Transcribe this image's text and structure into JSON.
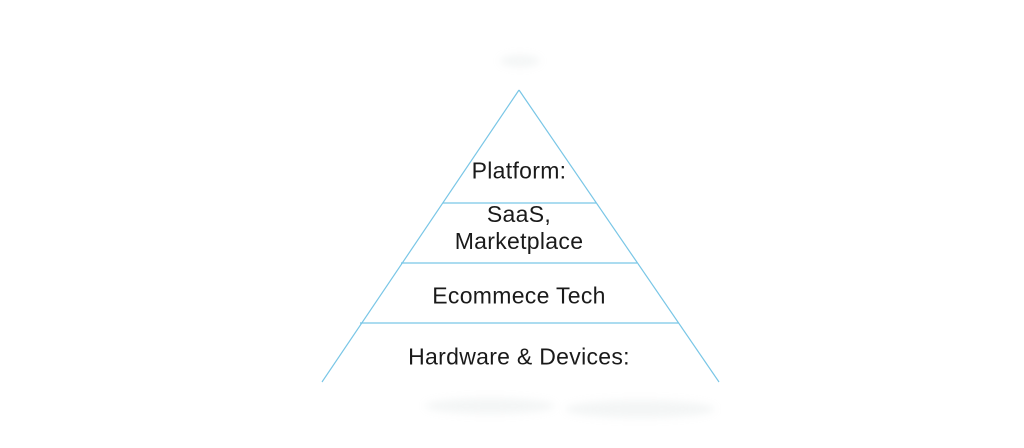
{
  "diagram": {
    "type": "pyramid",
    "line_color": "#79c6e6",
    "text_color": "#1a1a1a",
    "background_color": "#ffffff",
    "levels": [
      {
        "id": "platform",
        "label": "Platform:"
      },
      {
        "id": "saas-marketplace",
        "label": "SaaS,\nMarketplace"
      },
      {
        "id": "ecommerce-tech",
        "label": "Ecommece Tech"
      },
      {
        "id": "hardware-devices",
        "label": "Hardware & Devices:"
      }
    ]
  }
}
